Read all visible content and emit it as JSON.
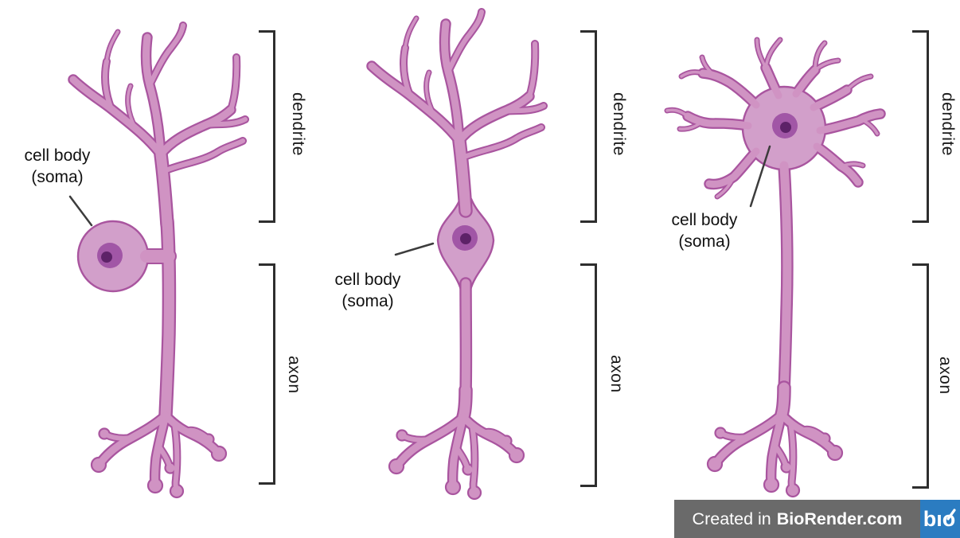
{
  "neurons": [
    {
      "name": "neuron-1",
      "cell_body_label": "cell body\n(soma)",
      "dendrite_label": "dendrite",
      "axon_label": "axon"
    },
    {
      "name": "neuron-2",
      "cell_body_label": "cell body\n(soma)",
      "dendrite_label": "dendrite",
      "axon_label": "axon"
    },
    {
      "name": "neuron-3",
      "cell_body_label": "cell body\n(soma)",
      "dendrite_label": "dendrite",
      "axon_label": "axon"
    }
  ],
  "badge": {
    "prefix": "Created in",
    "brand": "BioRender.com",
    "logo_text": "bıo"
  },
  "colors": {
    "neuron_fill": "#d093c3",
    "soma_fill": "#d29fca",
    "neuron_outline": "#a9559f",
    "nucleus": "#a156a6",
    "nucleolus": "#5d2268",
    "label_text": "#111111",
    "bracket": "#2e2e2e",
    "leader_line": "#3c3c3c",
    "badge_background": "#6a6a6a",
    "badge_accent_blue": "#2b7cc1",
    "badge_text": "#ffffff"
  }
}
